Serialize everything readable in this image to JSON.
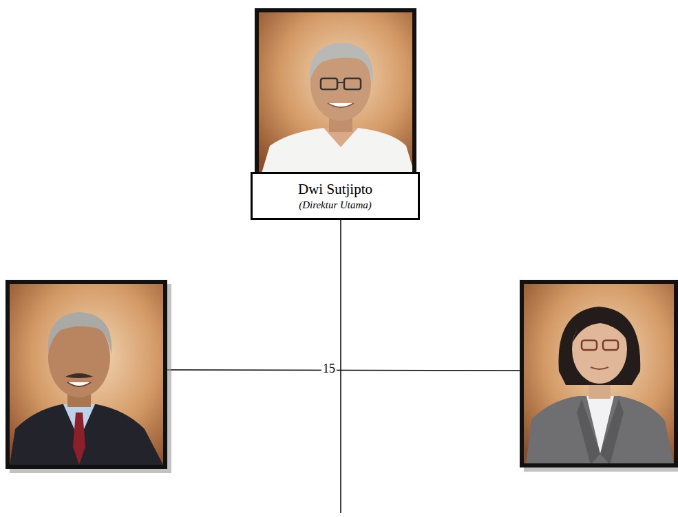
{
  "diagram": {
    "nodes": [
      {
        "text": [
          "Dwi Sutjipto",
          "(Direktur Utama)"
        ]
      }
    ],
    "labels": [
      "15"
    ]
  }
}
